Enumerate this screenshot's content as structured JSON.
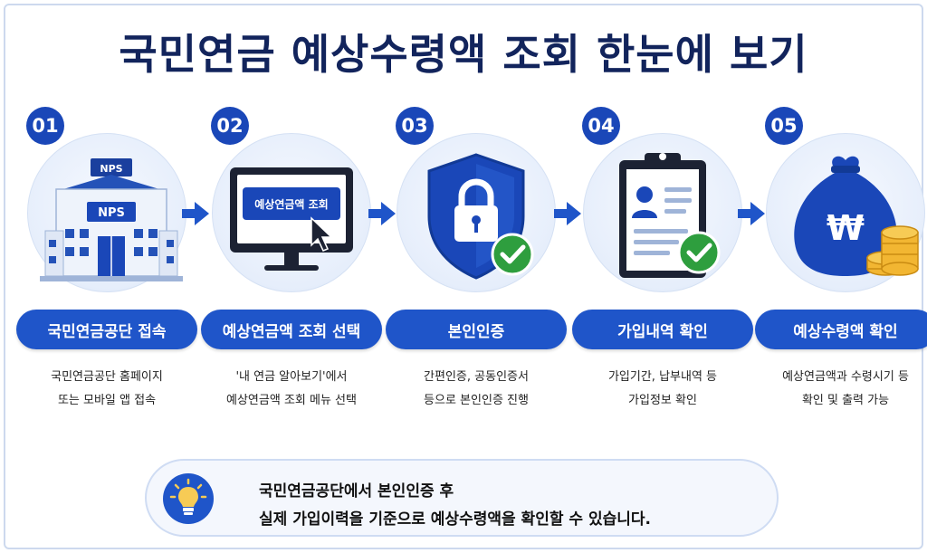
{
  "title": "국민연금 예상수령액 조회 한눈에 보기",
  "colors": {
    "primary": "#1f55c9",
    "title": "#12245c",
    "check": "#2e9e3e",
    "coin": "#f2b632"
  },
  "steps": [
    {
      "number": "01",
      "icon": "building-icon",
      "label": "국민연금공단 접속",
      "desc_lines": [
        "국민연금공단 홈페이지",
        "또는 모바일 앱 접속"
      ],
      "illus_text": [
        "NPS",
        "NPS"
      ]
    },
    {
      "number": "02",
      "icon": "monitor-icon",
      "label": "예상연금액 조회 선택",
      "desc_lines": [
        "'내 연금 알아보기'에서",
        "예상연금액 조회 메뉴 선택"
      ],
      "illus_text": [
        "예상연금액 조회"
      ]
    },
    {
      "number": "03",
      "icon": "shield-lock-icon",
      "label": "본인인증",
      "desc_lines": [
        "간편인증, 공동인증서",
        "등으로 본인인증 진행"
      ]
    },
    {
      "number": "04",
      "icon": "clipboard-icon",
      "label": "가입내역 확인",
      "desc_lines": [
        "가입기간, 납부내역 등",
        "가입정보 확인"
      ]
    },
    {
      "number": "05",
      "icon": "money-bag-icon",
      "label": "예상수령액 확인",
      "desc_lines": [
        "예상연금액과 수령시기 등",
        "확인 및 출력 가능"
      ],
      "illus_text": [
        "₩"
      ]
    }
  ],
  "note": {
    "icon": "lightbulb-icon",
    "line1": "국민연금공단에서 본인인증 후",
    "line2": "실제 가입이력을 기준으로 예상수령액을 확인할 수 있습니다."
  }
}
